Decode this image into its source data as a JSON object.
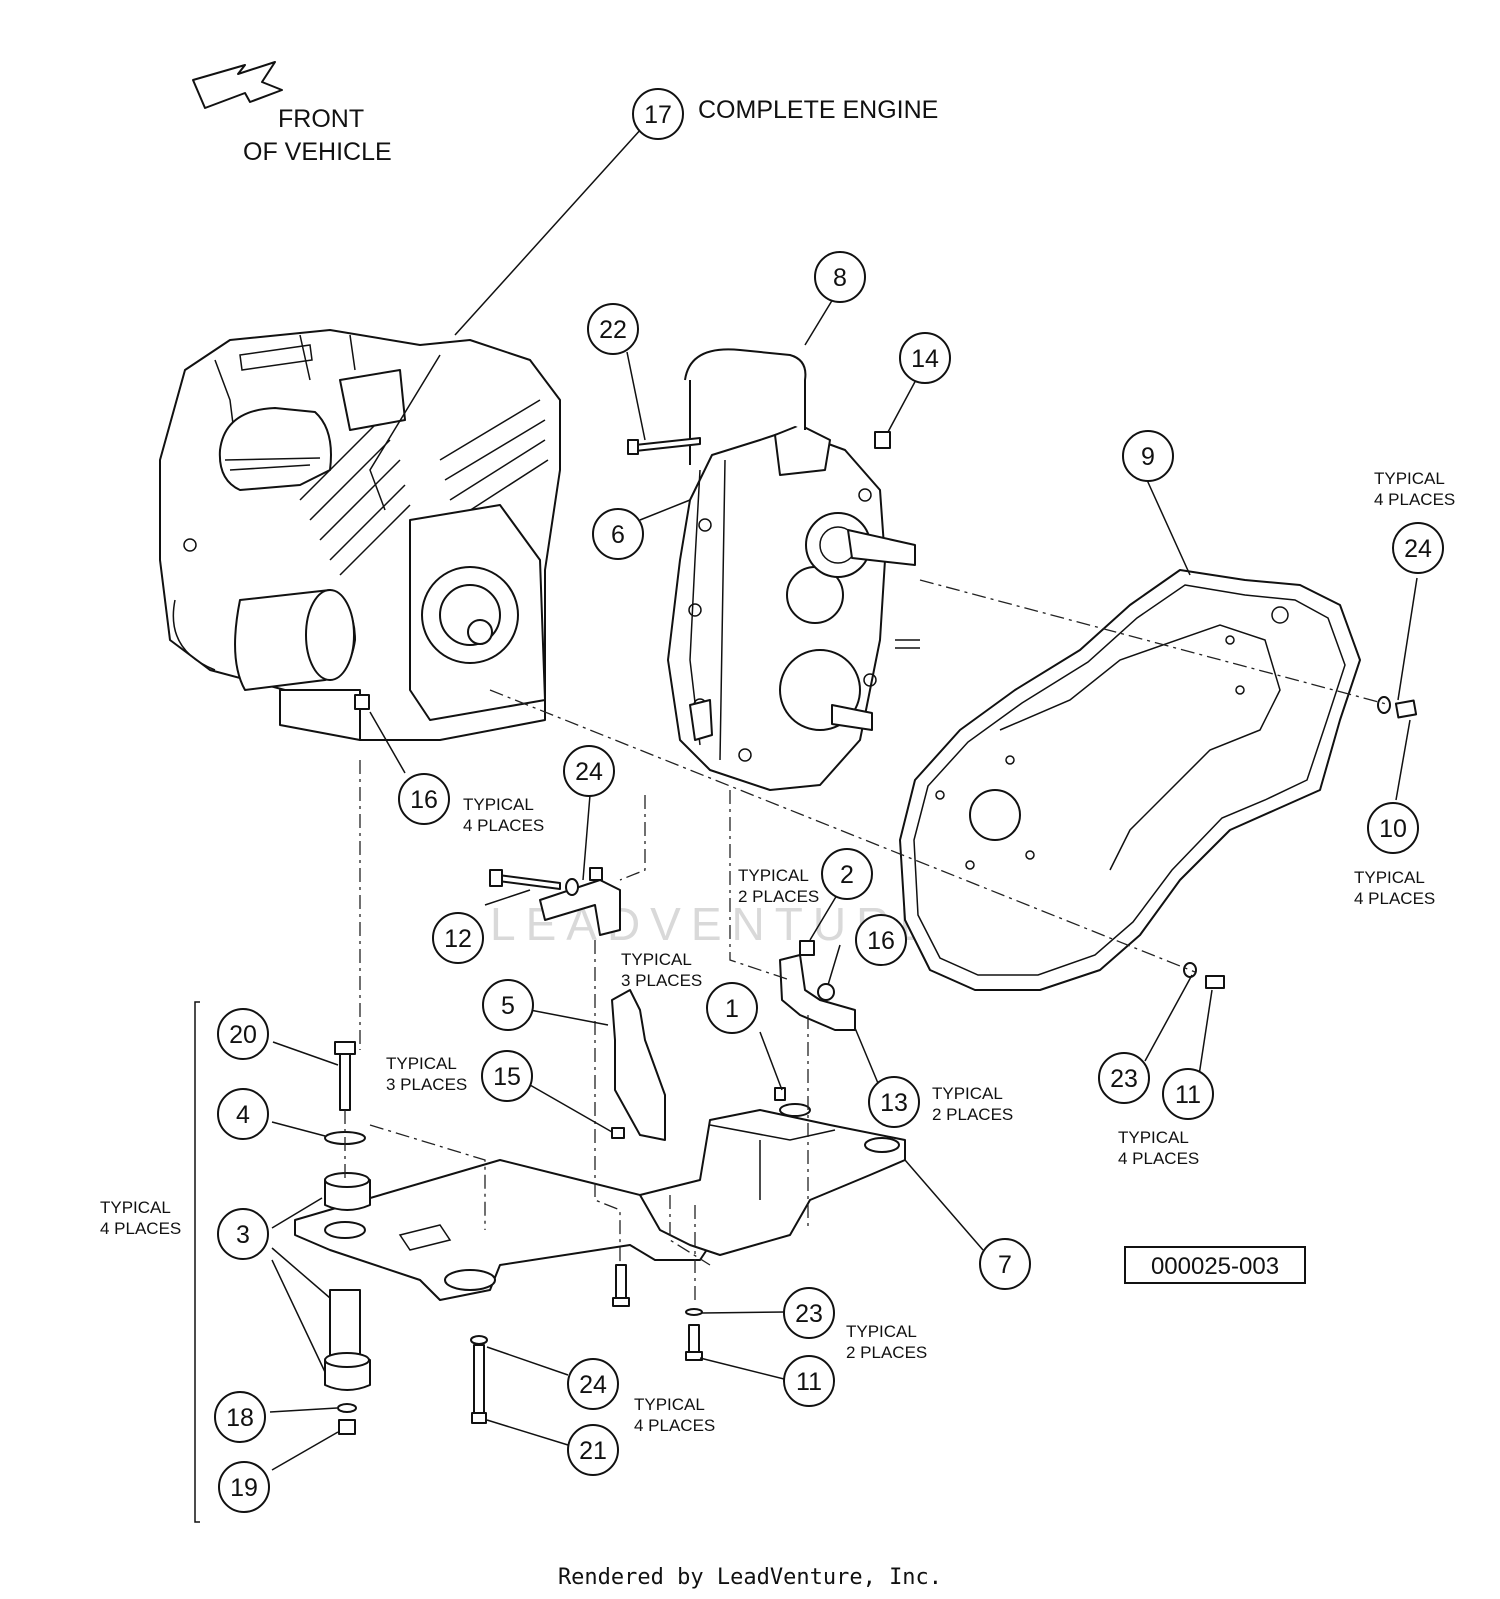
{
  "orientation": {
    "line1": "FRONT",
    "line2": "OF VEHICLE"
  },
  "engine_title": "COMPLETE ENGINE",
  "watermark": "LEADVENTURE",
  "reference_number": "000025-003",
  "footer": "Rendered by LeadVenture, Inc.",
  "callouts": [
    "17",
    "8",
    "22",
    "14",
    "9",
    "6",
    "24",
    "10",
    "16",
    "24",
    "12",
    "2",
    "16",
    "5",
    "1",
    "20",
    "15",
    "4",
    "13",
    "23",
    "11",
    "3",
    "7",
    "23",
    "24",
    "11",
    "18",
    "21",
    "19"
  ],
  "notes": [
    {
      "l1": "TYPICAL",
      "l2": "4 PLACES"
    },
    {
      "l1": "TYPICAL",
      "l2": "4 PLACES"
    },
    {
      "l1": "TYPICAL",
      "l2": "2 PLACES"
    },
    {
      "l1": "TYPICAL",
      "l2": "3 PLACES"
    },
    {
      "l1": "TYPICAL",
      "l2": "4 PLACES"
    },
    {
      "l1": "TYPICAL",
      "l2": "3 PLACES"
    },
    {
      "l1": "TYPICAL",
      "l2": "2 PLACES"
    },
    {
      "l1": "TYPICAL",
      "l2": "4 PLACES"
    },
    {
      "l1": "TYPICAL",
      "l2": "4 PLACES"
    },
    {
      "l1": "TYPICAL",
      "l2": "2 PLACES"
    },
    {
      "l1": "TYPICAL",
      "l2": "4 PLACES"
    }
  ]
}
